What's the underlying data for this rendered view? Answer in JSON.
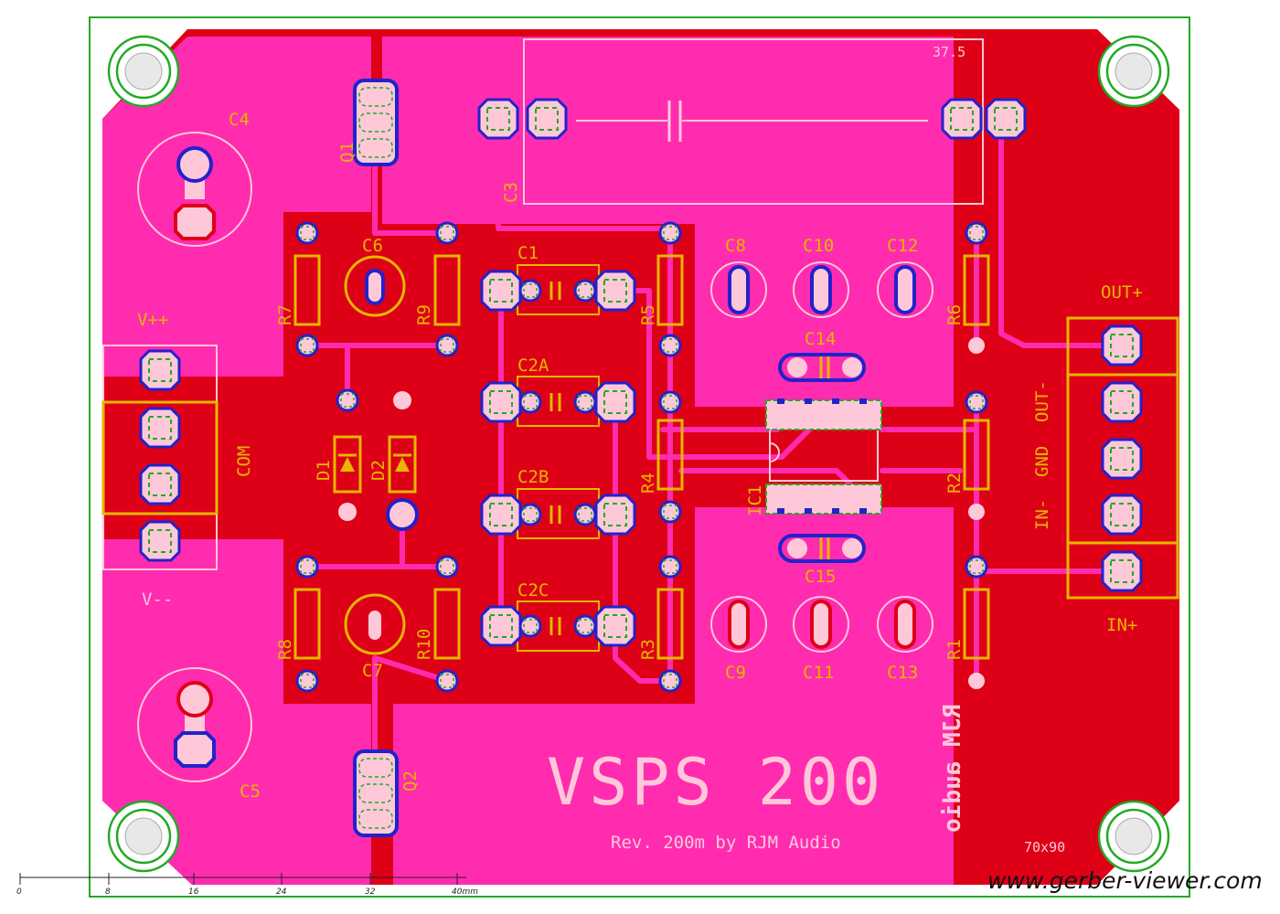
{
  "board": {
    "title": "VSPS 200",
    "subtitle": "Rev. 200m by RJM Audio",
    "mirrored_text": "RJM audio",
    "size_label": "70x90",
    "c3_size_label": "37.5",
    "watermark": "www.gerber-viewer.com"
  },
  "labels": {
    "c4": "C4",
    "c5": "C5",
    "c6": "C6",
    "c7": "C7",
    "c1": "C1",
    "c2a": "C2A",
    "c2b": "C2B",
    "c2c": "C2C",
    "c3": "C3",
    "c8": "C8",
    "c9": "C9",
    "c10": "C10",
    "c11": "C11",
    "c12": "C12",
    "c13": "C13",
    "c14": "C14",
    "c15": "C15",
    "q1": "Q1",
    "q2": "Q2",
    "r1": "R1",
    "r2": "R2",
    "r3": "R3",
    "r4": "R4",
    "r5": "R5",
    "r6": "R6",
    "r7": "R7",
    "r8": "R8",
    "r9": "R9",
    "r10": "R10",
    "d1": "D1",
    "d2": "D2",
    "ic1": "IC1",
    "vpp": "V++",
    "vmm": "V--",
    "com": "COM",
    "out_plus": "OUT+",
    "in_plus": "IN+",
    "in_minus": "IN-",
    "gnd": "GND",
    "out_minus": "OUT-"
  },
  "ruler": {
    "ticks": [
      "0",
      "8",
      "16",
      "24",
      "32",
      "40mm"
    ]
  },
  "colors": {
    "copper": "#dd0016",
    "pour": "#ff2cb0",
    "silkscreen": "#e6b700",
    "pad": "#ffc8d8",
    "via_ring": "#2222cc",
    "outline": "#22aa22"
  }
}
